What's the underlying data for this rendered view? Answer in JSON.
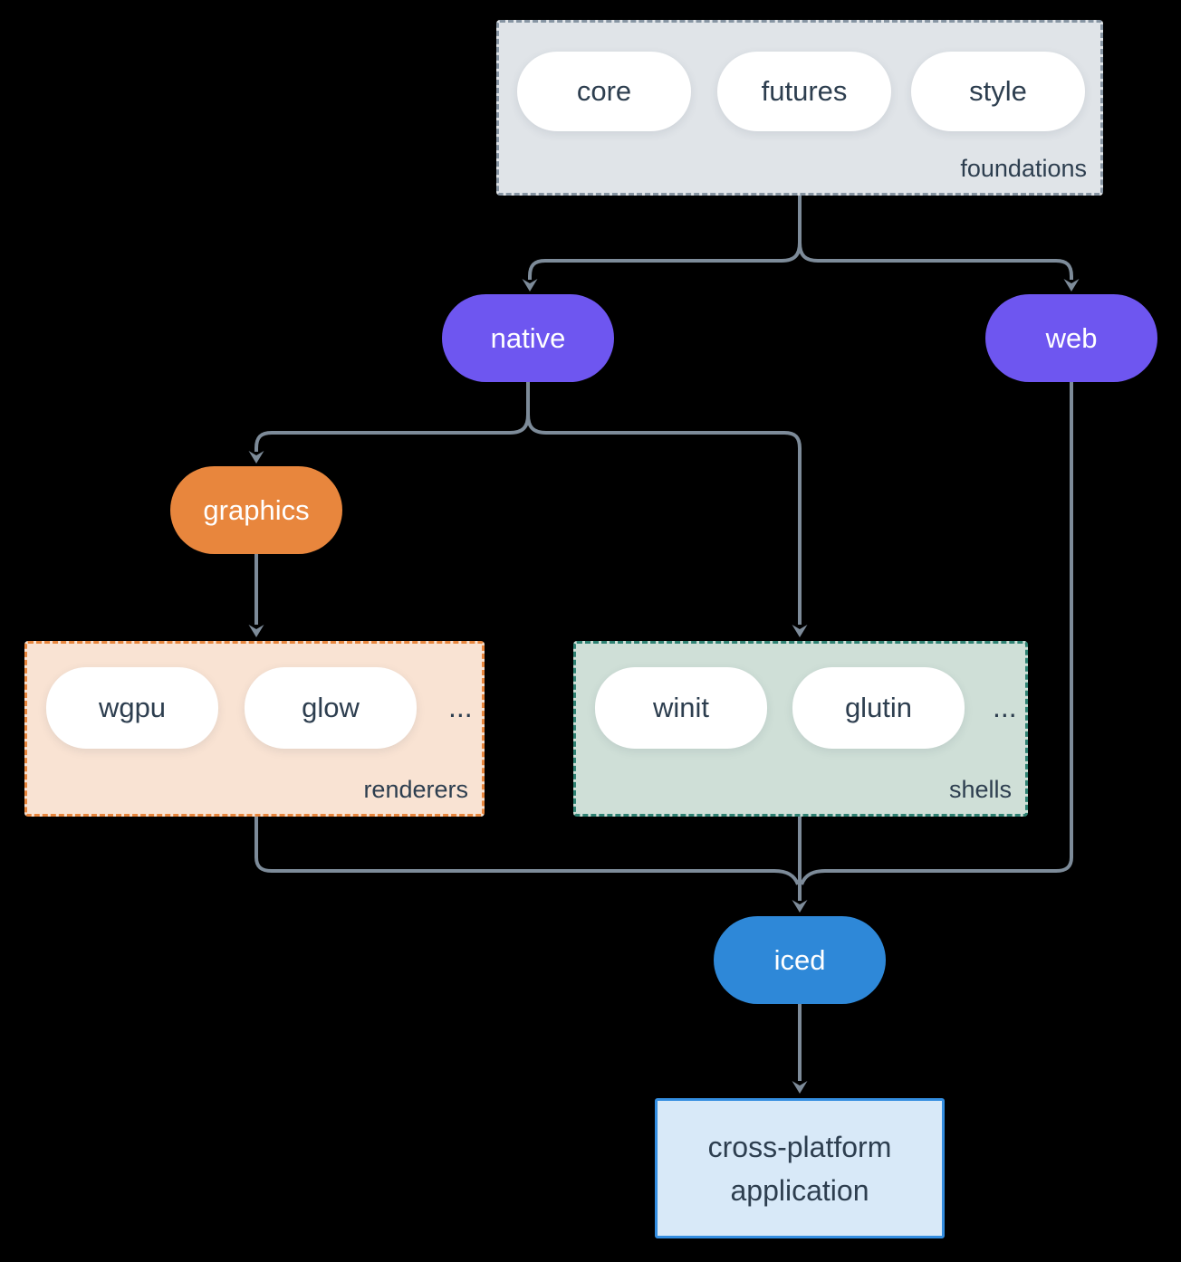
{
  "colors": {
    "background": "#000000",
    "connector": "#7d8b99",
    "node_purple": "#6e56f0",
    "node_orange": "#e8863d",
    "node_blue": "#2e88d8",
    "pill_bg": "#ffffff",
    "pill_text": "#2d3e4f",
    "foundations_bg": "#e0e4e8",
    "foundations_border": "#8795a3",
    "renderers_bg": "#f9e3d3",
    "renderers_border": "#e8863d",
    "shells_bg": "#cfdfd7",
    "shells_border": "#2f8273",
    "application_bg": "#d8e9f8",
    "application_border": "#338de0"
  },
  "groups": {
    "foundations": {
      "label": "foundations",
      "items": [
        "core",
        "futures",
        "style"
      ]
    },
    "renderers": {
      "label": "renderers",
      "items": [
        "wgpu",
        "glow"
      ],
      "ellipsis": "..."
    },
    "shells": {
      "label": "shells",
      "items": [
        "winit",
        "glutin"
      ],
      "ellipsis": "..."
    }
  },
  "nodes": {
    "native": {
      "label": "native"
    },
    "web": {
      "label": "web"
    },
    "graphics": {
      "label": "graphics"
    },
    "iced": {
      "label": "iced"
    },
    "application": {
      "line1": "cross-platform",
      "line2": "application"
    }
  }
}
